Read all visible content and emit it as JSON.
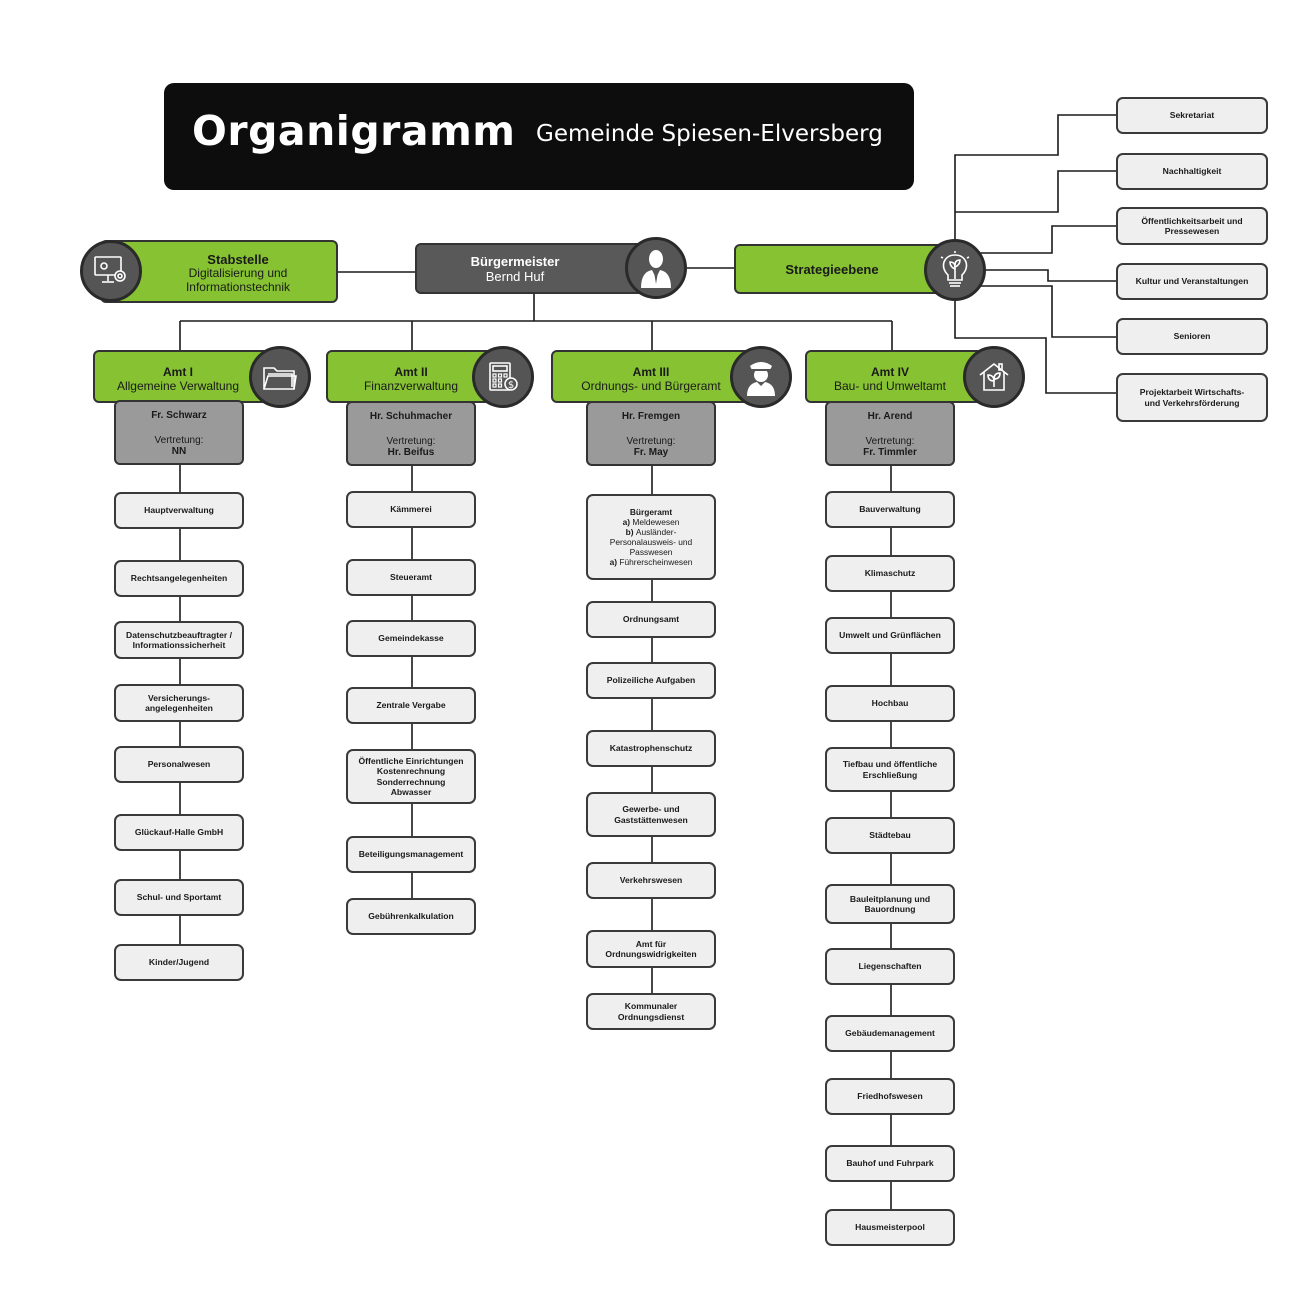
{
  "header": {
    "title": "Organigramm",
    "subtitle": "Gemeinde Spiesen-Elversberg"
  },
  "stabstelle": {
    "title": "Stabstelle",
    "sub1": "Digitalisierung und",
    "sub2": "Informationstechnik",
    "icon": "computer-gear-icon"
  },
  "mayor": {
    "title": "Bürgermeister",
    "name": "Bernd Huf",
    "icon": "person-suit-icon"
  },
  "strategie": {
    "title": "Strategieebene",
    "icon": "lightbulb-icon",
    "items": [
      "Sekretariat",
      "Nachhaltigkeit",
      "Öffentlichkeitsarbeit und Pressewesen",
      "Kultur und Veranstaltungen",
      "Senioren",
      "Projektarbeit Wirtschafts- und Verkehrsförderung"
    ]
  },
  "aemter": [
    {
      "title": "Amt I",
      "sub": "Allgemeine Verwaltung",
      "icon": "folder-icon",
      "head": "Fr. Schwarz",
      "rep_label": "Vertretung:",
      "rep": "NN",
      "units": [
        "Hauptverwaltung",
        "Rechtsangelegenheiten",
        "Datenschutzbeauftragter / Informationssicherheit",
        "Versicherungs-angelegenheiten",
        "Personalwesen",
        "Glückauf-Halle GmbH",
        "Schul- und Sportamt",
        "Kinder/Jugend"
      ]
    },
    {
      "title": "Amt II",
      "sub": "Finanzverwaltung",
      "icon": "calculator-icon",
      "head": "Hr. Schuhmacher",
      "rep_label": "Vertretung:",
      "rep": "Hr. Beifus",
      "units": [
        "Kämmerei",
        "Steueramt",
        "Gemeindekasse",
        "Zentrale Vergabe",
        "Öffentliche Einrichtungen Kostenrechnung Sonderrechnung Abwasser",
        "Beteiligungsmanagement",
        "Gebührenkalkulation"
      ]
    },
    {
      "title": "Amt III",
      "sub": "Ordnungs- und Bürgeramt",
      "icon": "police-officer-icon",
      "head": "Hr. Fremgen",
      "rep_label": "Vertretung:",
      "rep": "Fr. May",
      "buergeramt": {
        "title": "Bürgeramt",
        "a": "a)",
        "a_text": "Meldewesen",
        "b": "b)",
        "b_text": "Ausländer-Personalausweis- und Passwesen",
        "c": "a)",
        "c_text": "Führerscheinwesen"
      },
      "units": [
        "Ordnungsamt",
        "Polizeiliche Aufgaben",
        "Katastrophenschutz",
        "Gewerbe- und Gaststättenwesen",
        "Verkehrswesen",
        "Amt für Ordnungswidrigkeiten",
        "Kommunaler Ordnungsdienst"
      ]
    },
    {
      "title": "Amt IV",
      "sub": "Bau- und Umweltamt",
      "icon": "house-plant-icon",
      "head": "Hr. Arend",
      "rep_label": "Vertretung:",
      "rep": "Fr. Timmler",
      "units": [
        "Bauverwaltung",
        "Klimaschutz",
        "Umwelt und Grünflächen",
        "Hochbau",
        "Tiefbau und öffentliche Erschließung",
        "Städtebau",
        "Bauleitplanung und Bauordnung",
        "Liegenschaften",
        "Gebäudemanagement",
        "Friedhofswesen",
        "Bauhof und Fuhrpark",
        "Hausmeisterpool"
      ]
    }
  ]
}
